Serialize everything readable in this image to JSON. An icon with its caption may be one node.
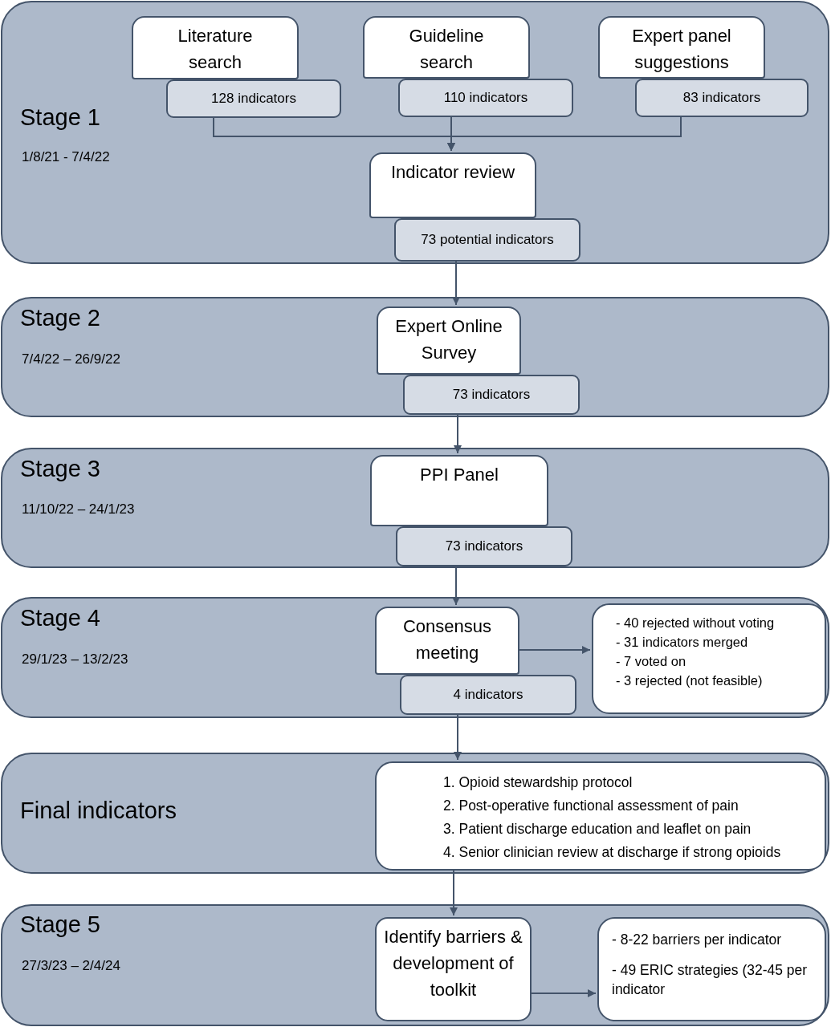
{
  "diagram": {
    "nodes": [
      {
        "text": [
          "Stage 1",
          "1/8/21 - 7/4/22"
        ]
      },
      {
        "text": [
          "Literature search"
        ],
        "in": 0
      },
      {
        "text": [
          "128 indicators"
        ],
        "in": 0
      },
      {
        "text": [
          "Guideline search"
        ],
        "in": 0
      },
      {
        "text": [
          "110 indicators"
        ],
        "in": 0
      },
      {
        "text": [
          "Expert panel suggestions"
        ],
        "in": 0
      },
      {
        "text": [
          "83 indicators"
        ],
        "in": 0
      },
      {
        "text": [
          "Indicator review"
        ],
        "in": 0
      },
      {
        "text": [
          "73 potential indicators"
        ],
        "in": 0
      },
      {
        "text": [
          "Stage 2",
          "7/4/22 – 26/9/22"
        ]
      },
      {
        "text": [
          "Expert Online Survey"
        ],
        "in": 9
      },
      {
        "text": [
          "73 indicators"
        ],
        "in": 9
      },
      {
        "text": [
          "Stage 3",
          "11/10/22 – 24/1/23"
        ]
      },
      {
        "text": [
          "PPI Panel"
        ],
        "in": 12
      },
      {
        "text": [
          "73 indicators"
        ],
        "in": 12
      },
      {
        "text": [
          "Stage 4",
          "29/1/23 – 13/2/23"
        ]
      },
      {
        "text": [
          "Consensus meeting"
        ],
        "in": 15
      },
      {
        "text": [
          "4 indicators"
        ],
        "in": 15
      },
      {
        "text": [
          "- 40 rejected without voting",
          "- 31 indicators merged",
          "- 7 voted on",
          "- 3 rejected (not feasible)"
        ],
        "in": 15
      },
      {
        "text": [
          "Final indicators"
        ]
      },
      {
        "text": [
          "1. Opioid stewardship protocol",
          "2. Post-operative functional assessment of pain",
          "3. Patient discharge education and leaflet on pain",
          "4. Senior clinician review at discharge if strong opioids"
        ],
        "in": 19
      },
      {
        "text": [
          "Stage 5",
          "27/3/23 – 2/4/24"
        ]
      },
      {
        "text": [
          "Identify barriers & development of toolkit"
        ],
        "in": 21
      },
      {
        "text": [
          "- 8-22 barriers per indicator",
          "- 49 ERIC strategies (32-45 per indicator"
        ],
        "in": 21
      }
    ],
    "edges": [
      {
        "from": 2,
        "to": 7,
        "arrow": "to"
      },
      {
        "from": 4,
        "to": 7,
        "arrow": "to"
      },
      {
        "from": 6,
        "to": 7,
        "arrow": "to"
      },
      {
        "from": 8,
        "to": 10,
        "arrow": "to"
      },
      {
        "from": 11,
        "to": 13,
        "arrow": "to"
      },
      {
        "from": 14,
        "to": 16,
        "arrow": "to"
      },
      {
        "from": 16,
        "to": 18,
        "arrow": "to"
      },
      {
        "from": 17,
        "to": 20,
        "arrow": "to"
      },
      {
        "from": 20,
        "to": 22,
        "arrow": "to"
      },
      {
        "from": 22,
        "to": 23,
        "arrow": "to"
      }
    ]
  }
}
